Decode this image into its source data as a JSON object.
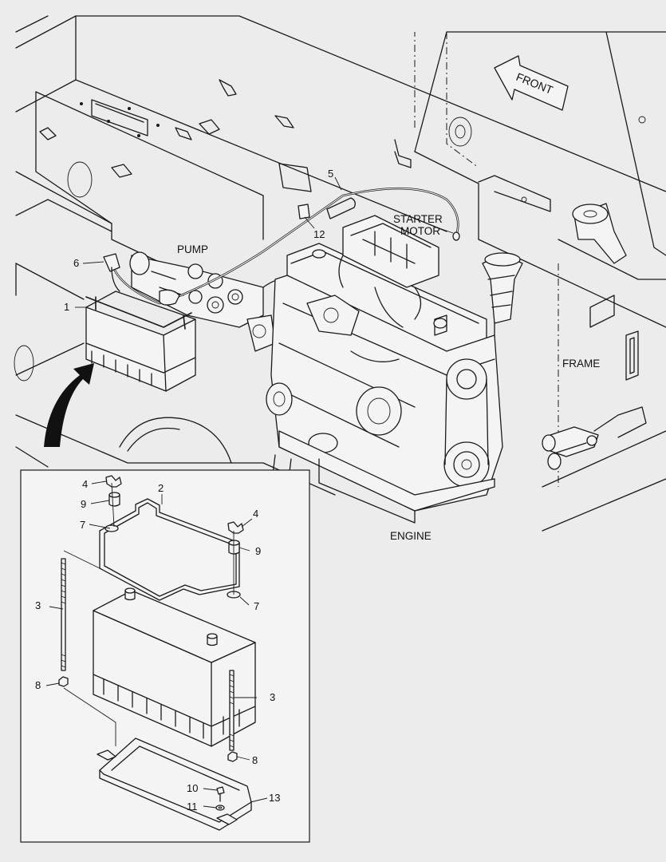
{
  "labels": {
    "front": "FRONT",
    "pump": "PUMP",
    "starter_line1": "STARTER",
    "starter_line2": "MOTOR",
    "frame": "FRAME",
    "engine": "ENGINE"
  },
  "callouts": {
    "c1": "1",
    "c2": "2",
    "c3a": "3",
    "c3b": "3",
    "c4a": "4",
    "c4b": "4",
    "c5": "5",
    "c6": "6",
    "c7a": "7",
    "c7b": "7",
    "c8a": "8",
    "c8b": "8",
    "c9a": "9",
    "c9b": "9",
    "c10": "10",
    "c11": "11",
    "c12": "12",
    "c13": "13"
  }
}
